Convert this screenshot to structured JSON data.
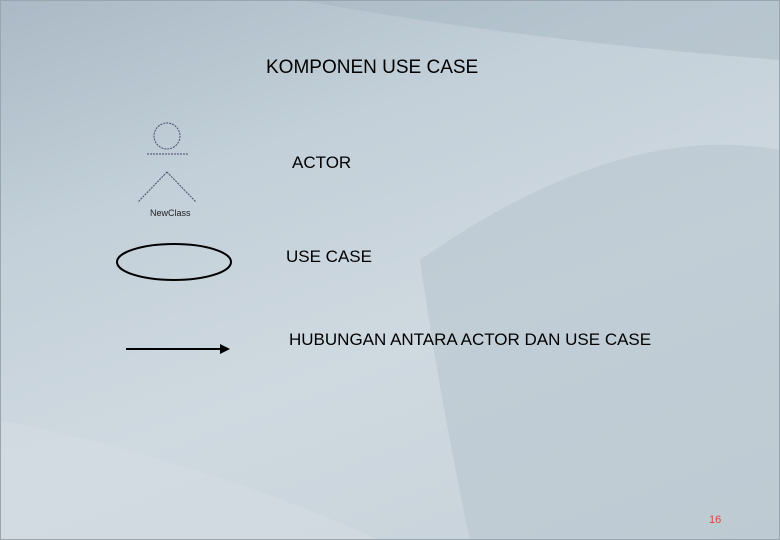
{
  "slide": {
    "title": "KOMPONEN USE CASE",
    "page_number": "16"
  },
  "components": {
    "actor": {
      "label": "ACTOR",
      "caption": "NewClass",
      "icon": "stick-figure-icon"
    },
    "use_case": {
      "label": "USE CASE",
      "icon": "ellipse-icon"
    },
    "relation": {
      "label": "HUBUNGAN ANTARA ACTOR DAN USE CASE",
      "icon": "arrow-right-icon"
    }
  },
  "colors": {
    "background": "#c3d0d9",
    "page_number": "#d24a3c",
    "text": "#000000"
  }
}
